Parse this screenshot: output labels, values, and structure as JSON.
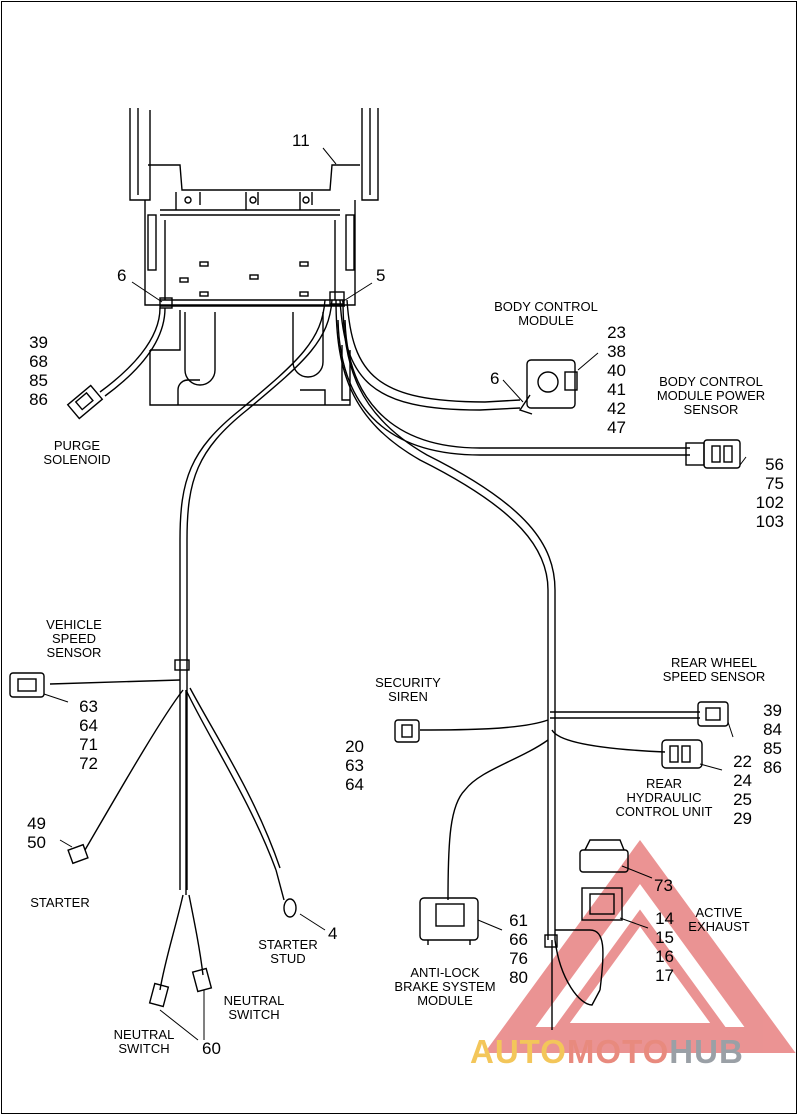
{
  "labels": {
    "body_control_module": "BODY CONTROL\nMODULE",
    "body_control_module_power_sensor": "BODY CONTROL\nMODULE POWER\nSENSOR",
    "purge_solenoid": "PURGE\nSOLENOID",
    "vehicle_speed_sensor": "VEHICLE\nSPEED\nSENSOR",
    "security_siren": "SECURITY\nSIREN",
    "rear_wheel_speed_sensor": "REAR WHEEL\nSPEED SENSOR",
    "rear_hydraulic_control_unit": "REAR\nHYDRAULIC\nCONTROL UNIT",
    "starter": "STARTER",
    "starter_stud": "STARTER\nSTUD",
    "neutral_switch_left": "NEUTRAL\nSWITCH",
    "neutral_switch_right": "NEUTRAL\nSWITCH",
    "anti_lock_brake_system_module": "ANTI-LOCK\nBRAKE SYSTEM\nMODULE",
    "active_exhaust": "ACTIVE\nEXHAUST"
  },
  "callouts": {
    "c11": "11",
    "c6_left": "6",
    "c5": "5",
    "c6_bcm": "6",
    "bcm_refs": "23\n38\n40\n41\n42\n47",
    "purge_refs": "39\n68\n85\n86",
    "bcm_power_refs": "56\n75\n102\n103",
    "vss_refs": "63\n64\n71\n72",
    "siren_refs": "20\n63\n64",
    "rwss_refs": "39\n84\n85\n86",
    "hcu_refs": "22\n24\n25\n29",
    "starter_refs": "49\n50",
    "stud_ref": "4",
    "neutral_ref": "60",
    "abs_refs": "61\n66\n76\n80",
    "exhaust_73": "73",
    "exhaust_refs": "14\n15\n16\n17"
  },
  "watermark": {
    "part1": "AUTO",
    "part2": "MOTO",
    "part3": "HUB",
    "color1": "#f3c65a",
    "color2": "#e88a7e",
    "color3": "#9aa0a6",
    "triangle_color": "#e46f6f"
  }
}
